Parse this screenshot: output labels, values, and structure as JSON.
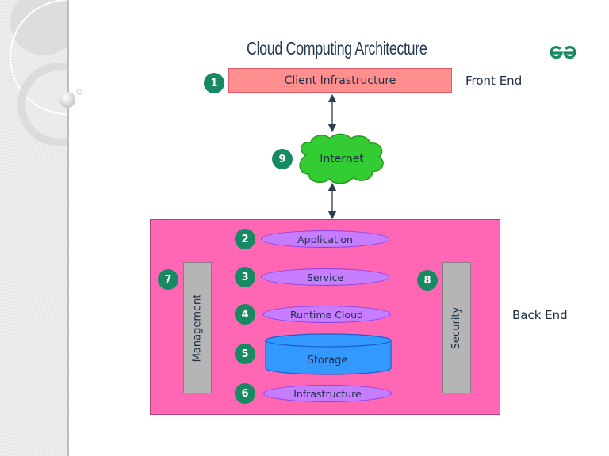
{
  "diagram": {
    "title": "Cloud Computing Architecture",
    "logo": "geeksforgeeks-logo",
    "logo_text": "ƏG",
    "colors": {
      "badge": "#178a63",
      "client_box": "#ff8f8f",
      "internet_cloud": "#33cc33",
      "backend_box": "#ff66b3",
      "component_pill": "#c77dff",
      "storage": "#3399ff",
      "side_bar": "#b5b5b5",
      "text": "#1c2e45"
    },
    "front_end": {
      "label": "Front End",
      "client": {
        "number": "1",
        "label": "Client Infrastructure"
      }
    },
    "internet": {
      "number": "9",
      "label": "Internet"
    },
    "back_end": {
      "label": "Back End",
      "components": [
        {
          "number": "2",
          "label": "Application",
          "shape": "ellipse"
        },
        {
          "number": "3",
          "label": "Service",
          "shape": "ellipse"
        },
        {
          "number": "4",
          "label": "Runtime Cloud",
          "shape": "ellipse"
        },
        {
          "number": "5",
          "label": "Storage",
          "shape": "cylinder"
        },
        {
          "number": "6",
          "label": "Infrastructure",
          "shape": "ellipse"
        }
      ],
      "management": {
        "number": "7",
        "label": "Management"
      },
      "security": {
        "number": "8",
        "label": "Security"
      }
    },
    "connections": [
      {
        "from": "Client Infrastructure",
        "to": "Internet",
        "type": "bidirectional"
      },
      {
        "from": "Internet",
        "to": "Back End",
        "type": "bidirectional"
      }
    ]
  }
}
